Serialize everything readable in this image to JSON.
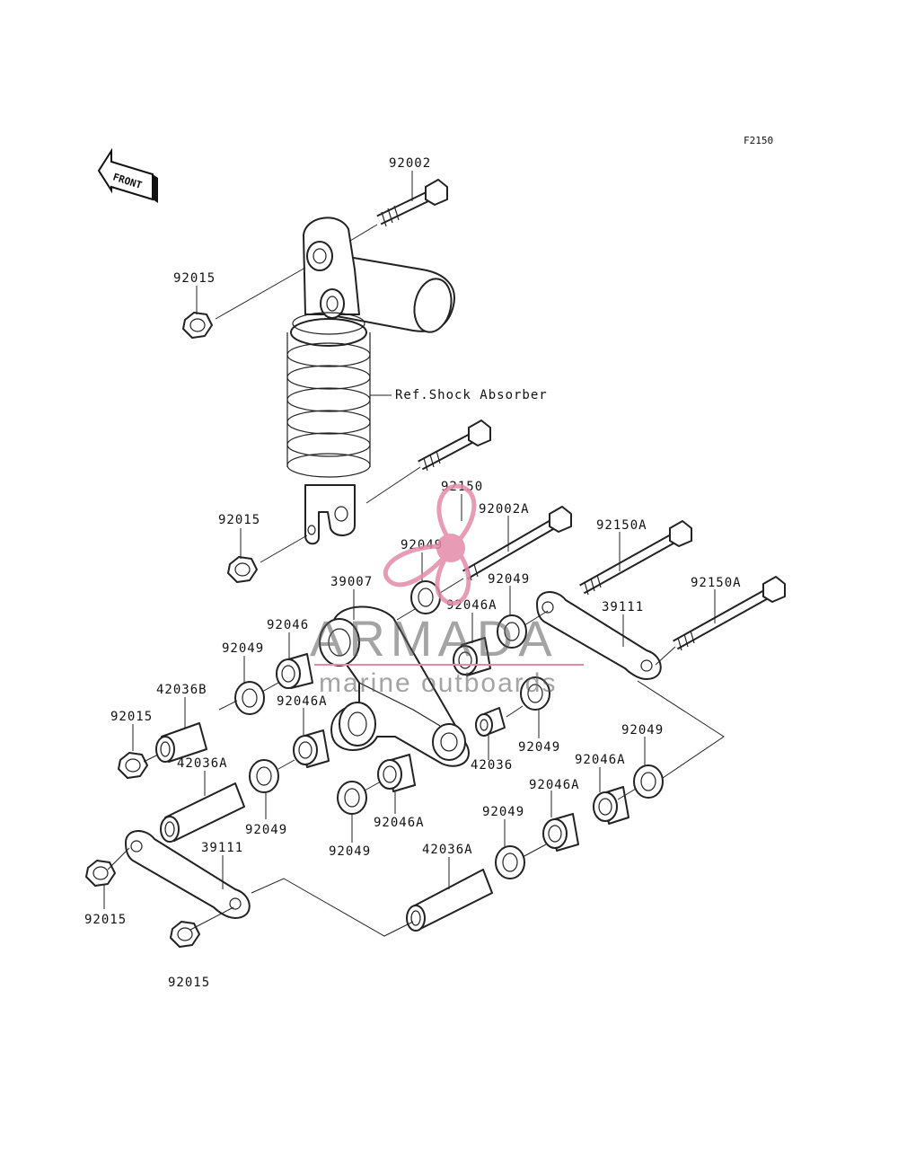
{
  "figure_code": "F2150",
  "front_arrow_text": "FRONT",
  "ref_label": "Ref.Shock Absorber",
  "labels": {
    "bolt_top": "92002",
    "nut_top": "92015",
    "nut_mid": "92015",
    "bolt_92150": "92150",
    "bolt_92002A": "92002A",
    "bolt_92150A_1": "92150A",
    "bolt_92150A_2": "92150A",
    "washer_a": "92049",
    "washer_b": "92049",
    "washer_c": "92049",
    "washer_d": "92049",
    "washer_e": "92049",
    "washer_f": "92049",
    "washer_g": "92049",
    "washer_h": "92049",
    "rocker": "39007",
    "bearing_92046": "92046",
    "bearing_a1": "92046A",
    "bearing_a2": "92046A",
    "bearing_a3": "92046A",
    "bearing_a4": "92046A",
    "bearing_a5": "92046A",
    "link_right": "39111",
    "link_left": "39111",
    "collar_b": "42036B",
    "collar_a1": "42036A",
    "collar_a2": "42036A",
    "collar_c": "42036",
    "nut_left": "92015",
    "nut_bottom_left": "92015",
    "nut_bottom": "92015"
  },
  "watermark": {
    "brand": "ARMADA",
    "tagline": "marine outboards",
    "accent_color": "#e48aa8"
  }
}
